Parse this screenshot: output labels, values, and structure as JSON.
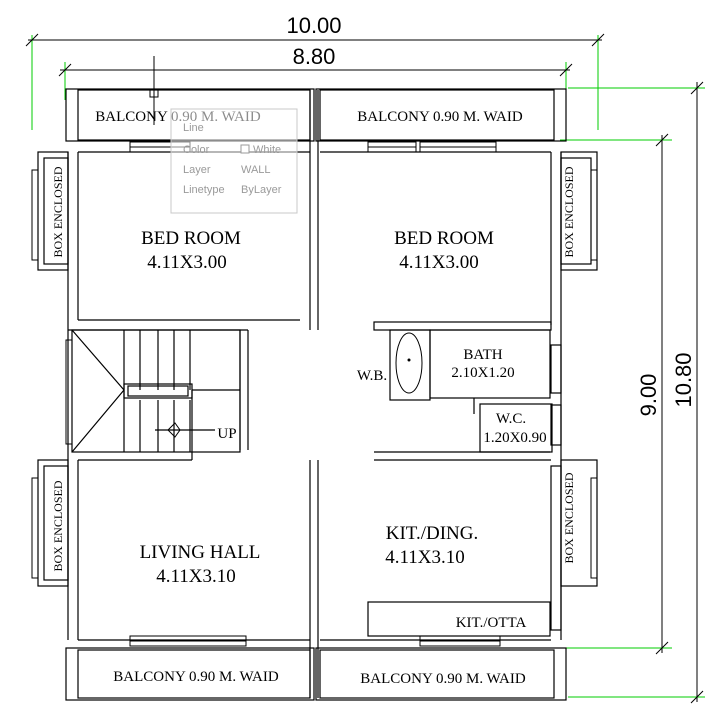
{
  "dimensions": {
    "overall_width": "10.00",
    "inner_width": "8.80",
    "inner_height": "9.00",
    "overall_height": "10.80"
  },
  "rooms": {
    "balcony_top_left": "BALCONY 0.90 M. WAID",
    "balcony_top_right": "BALCONY 0.90 M. WAID",
    "balcony_bottom_left": "BALCONY 0.90 M. WAID",
    "balcony_bottom_right": "BALCONY 0.90 M. WAID",
    "bedroom_left": {
      "name": "BED ROOM",
      "size": "4.11X3.00"
    },
    "bedroom_right": {
      "name": "BED ROOM",
      "size": "4.11X3.00"
    },
    "living_hall": {
      "name": "LIVING HALL",
      "size": "4.11X3.10"
    },
    "kitchen": {
      "name": "KIT./DING.",
      "size": "4.11X3.10"
    },
    "bath": {
      "name": "BATH",
      "size": "2.10X1.20"
    },
    "wc": {
      "name": "W.C.",
      "size": "1.20X0.90"
    },
    "wash_basin": "W.B.",
    "stair_up": "UP",
    "kitchen_otta": "KIT./OTTA",
    "box_enclosed": "BOX ENCLOSED"
  },
  "tooltip": {
    "title": "Line",
    "rows": [
      {
        "key": "Color",
        "value": "White"
      },
      {
        "key": "Layer",
        "value": "WALL"
      },
      {
        "key": "Linetype",
        "value": "ByLayer"
      }
    ]
  },
  "colors": {
    "extension_lines": "#00cc00",
    "walls": "#000000",
    "tooltip_border": "#c8c8c8",
    "tooltip_text": "#9a9a9a"
  }
}
